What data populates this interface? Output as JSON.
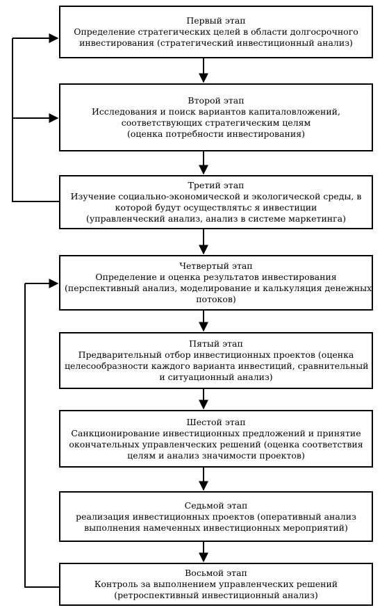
{
  "stages": [
    {
      "title": "Первый этап",
      "lines": [
        "Определение стратегических целей в области долгосрочного",
        "инвестирования (стратегический инвестиционный анализ)"
      ]
    },
    {
      "title": "Второй этап",
      "lines": [
        "Исследования и поиск вариантов капиталовложений,",
        "соответствующих стратегическим целям",
        "(оценка потребности инвестирования)"
      ]
    },
    {
      "title": "Третий этап",
      "lines": [
        "Изучение социально-экономической и экологической среды, в",
        "которой будут осуществлятьс я инвестиции",
        "(управленческий анализ, анализ в системе маркетинга)"
      ]
    },
    {
      "title": "Четвертый этап",
      "lines": [
        "Определение и оценка результатов инвестирования",
        "(перспективный анализ, моделирование и калькуляция денежных",
        "потоков)"
      ]
    },
    {
      "title": "Пятый этап",
      "lines": [
        "Предварительный отбор инвестиционных проектов (оценка",
        "целесообразности каждого варианта инвестиций, сравнительный",
        "и ситуационный анализ)"
      ]
    },
    {
      "title": "Шестой этап",
      "lines": [
        "Санкционирование инвестиционных предложений и принятие",
        "окончательных управленческих решений (оценка соответствия",
        "целям и анализ значимости проектов)"
      ]
    },
    {
      "title": "Седьмой этап",
      "lines": [
        "реализация инвестиционных проектов (оперативный анализ",
        "выполнения намеченных инвестиционных мероприятий)"
      ]
    },
    {
      "title": "Восьмой этап",
      "lines": [
        "Контроль за выполнением управленческих решений",
        "(ретроспективный инвестиционный анализ)"
      ]
    }
  ]
}
